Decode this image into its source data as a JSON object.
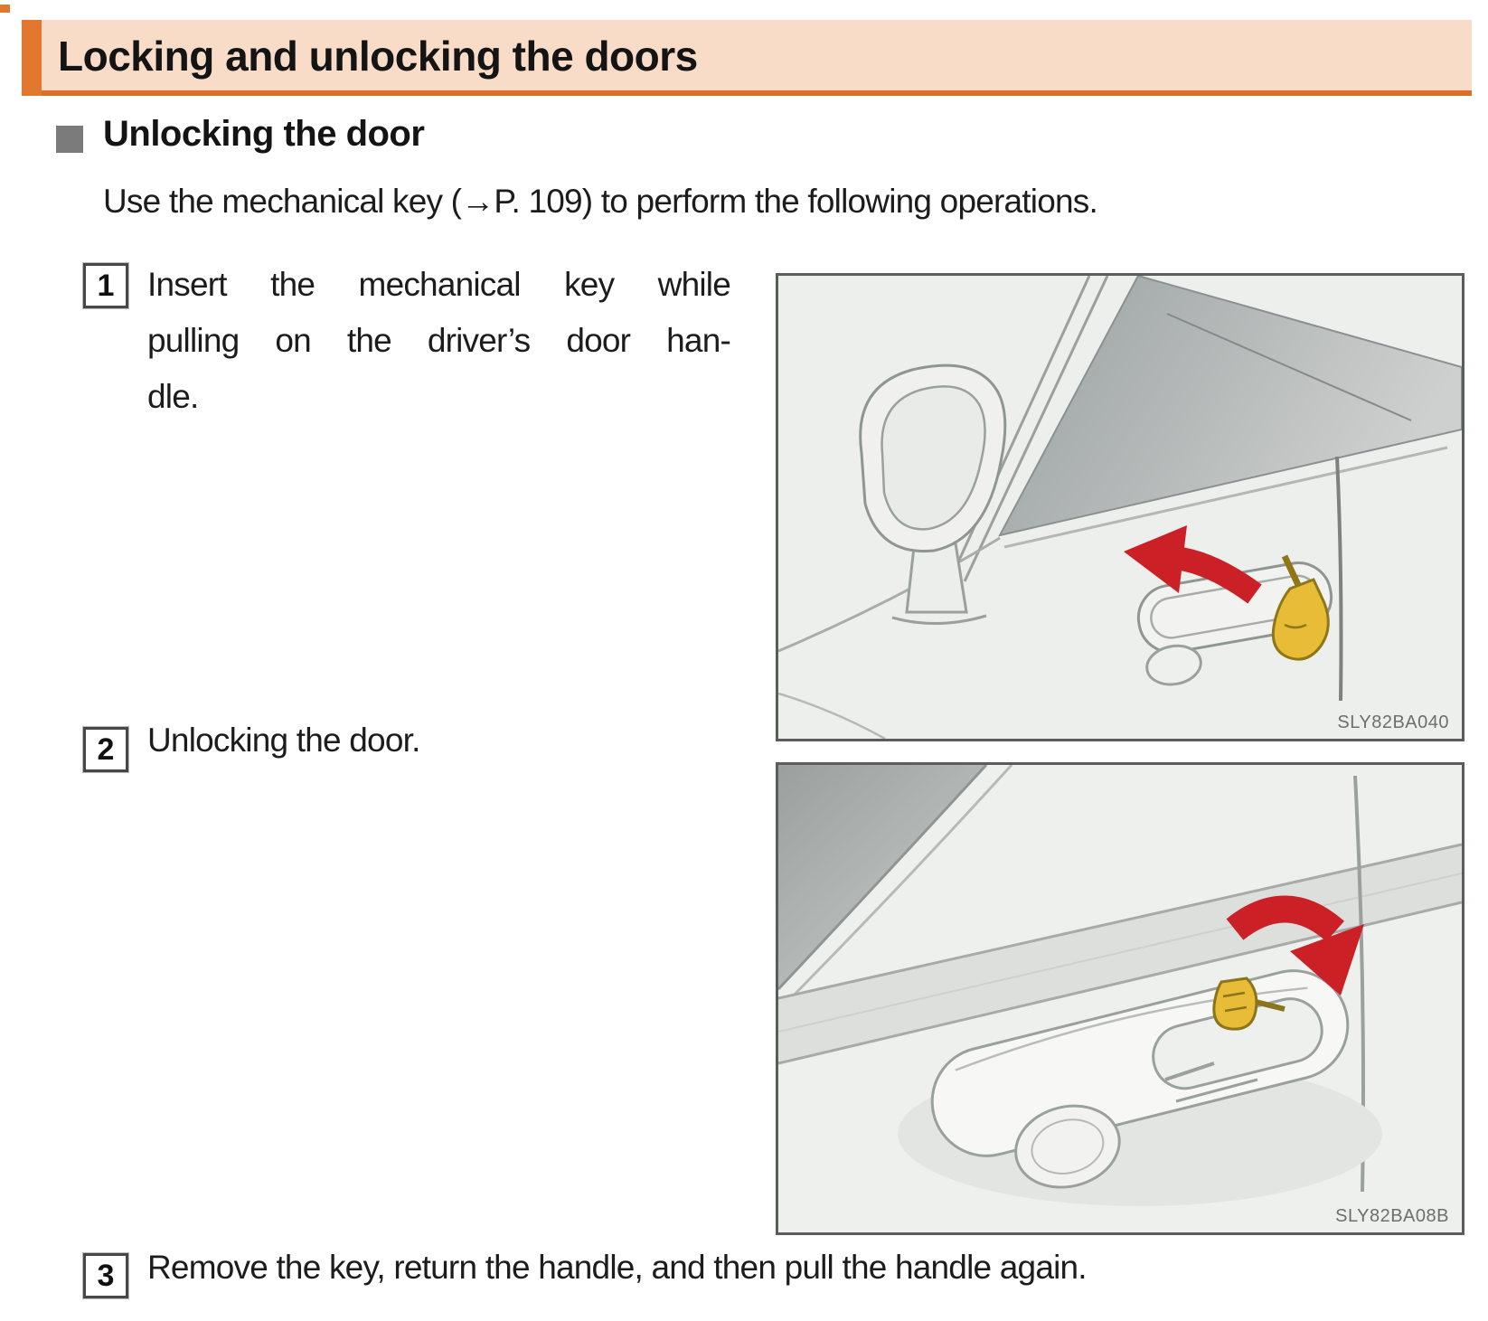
{
  "header": {
    "title": "Locking and unlocking the doors"
  },
  "section": {
    "title": "Unlocking the door",
    "intro": "Use the mechanical key (→P. 109) to perform the following operations."
  },
  "steps": [
    {
      "number": "1",
      "lines": [
        "Insert the mechanical key while",
        "pulling on the driver’s door han-",
        "dle."
      ]
    },
    {
      "number": "2",
      "lines": [
        "Unlocking the door."
      ]
    },
    {
      "number": "3",
      "lines": [
        "Remove the key, return the handle, and then pull the handle again."
      ]
    }
  ],
  "figures": [
    {
      "code": "SLY82BA040",
      "alt": "insert-key-while-pulling-door-handle"
    },
    {
      "code": "SLY82BA08B",
      "alt": "turn-key-to-unlock-door"
    }
  ],
  "icons": {
    "bullet": "square-bullet-icon",
    "step1_arrow": "red-arrow-toward-front",
    "step2_arrow": "red-arrow-turn-clockwise",
    "key": "yellow-mechanical-key"
  },
  "colors": {
    "accent_orange": "#e2772f",
    "band_peach": "#f8dcc7",
    "band_border": "#dd6e2a",
    "bullet_gray": "#7b7b7b",
    "arrow_red": "#cc2027",
    "key_yellow": "#e8bc36",
    "figure_background": "#edefec",
    "figure_border": "#5a5d5a"
  }
}
